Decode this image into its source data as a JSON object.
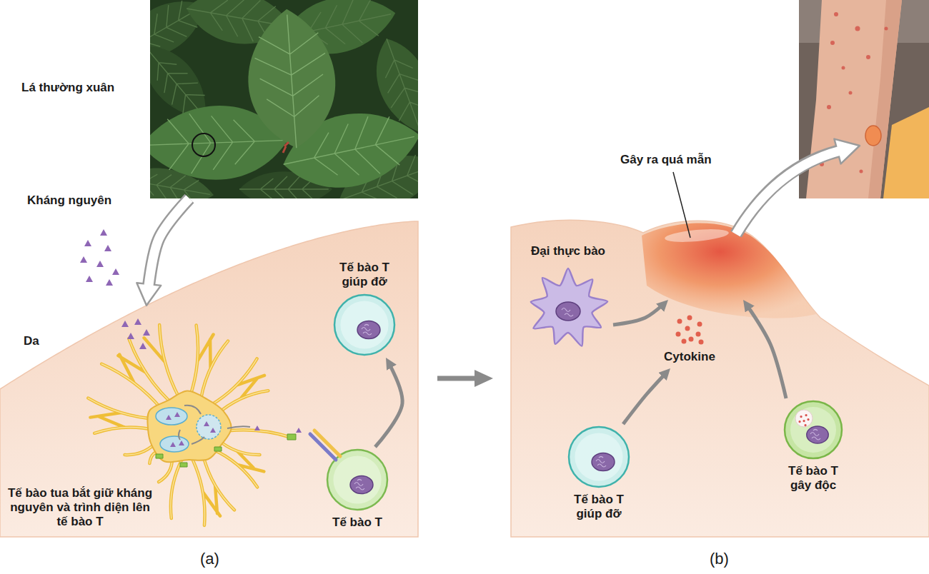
{
  "diagram": {
    "nodes": [
      {
        "text": [
          "Lá thường xuân"
        ]
      },
      {
        "text": [
          "Da"
        ]
      },
      {
        "text": [
          "Tế bào tua bắt giữ kháng nguyên và trình diện lên tế bào T"
        ],
        "in": 1
      },
      {
        "text": [
          "Tế bào T"
        ],
        "in": 1
      },
      {
        "text": [
          "Tế bào T giúp đỡ"
        ],
        "in": 1
      },
      {
        "text": [
          "Gây ra quá mẫn"
        ]
      },
      {
        "text": [
          "Đại thực bào"
        ]
      },
      {
        "text": [
          "Cytokine"
        ]
      },
      {
        "text": [
          "Tế bào T giúp đỡ"
        ]
      },
      {
        "text": [
          "Tế bào T gây độc"
        ]
      }
    ],
    "edges": [
      {
        "from": 0,
        "to": 1,
        "arrow": "to"
      },
      {
        "from": 3,
        "to": 4,
        "arrow": "to"
      },
      {
        "from": 6,
        "to": 5,
        "arrow": "to"
      },
      {
        "from": 8,
        "to": 7,
        "arrow": "to"
      },
      {
        "from": 9,
        "to": 5,
        "arrow": "to"
      }
    ],
    "labels": [
      "Kháng nguyên",
      "(a)",
      "(b)"
    ]
  }
}
